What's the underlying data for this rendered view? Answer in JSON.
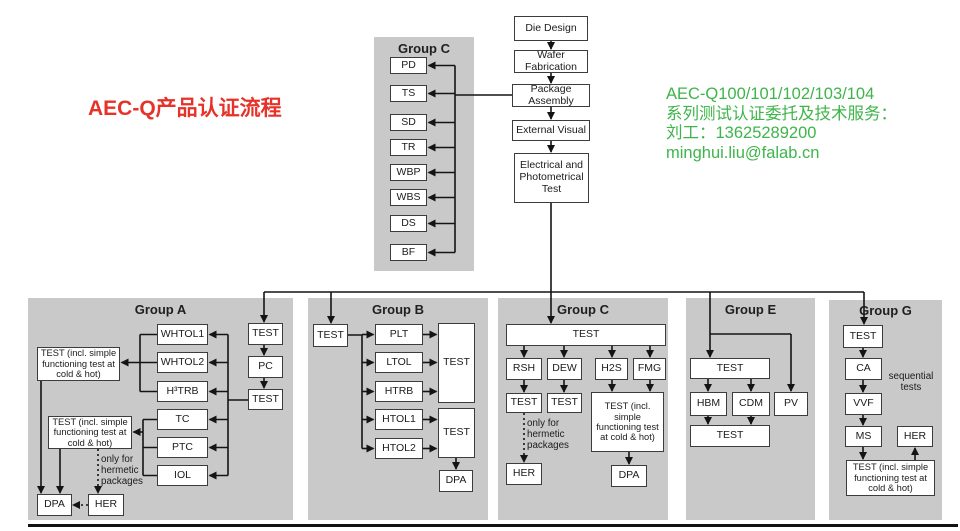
{
  "page": {
    "red_title": "AEC-Q产品认证流程",
    "contact_lines": [
      "AEC-Q100/101/102/103/104",
      "系列测试认证委托及技术服务：",
      "刘工：13625289200",
      "minghui.liu@falab.cn"
    ]
  },
  "main_flow": [
    "Die Design",
    "Wafer Fabrication",
    "Package Assembly",
    "External Visual",
    "Electrical and Photometrical Test"
  ],
  "group_c_top": {
    "title": "Group C",
    "items": [
      "PD",
      "TS",
      "SD",
      "TR",
      "WBP",
      "WBS",
      "DS",
      "BF"
    ]
  },
  "group_a": {
    "title": "Group A",
    "entry": [
      "TEST",
      "PC",
      "TEST"
    ],
    "upper": [
      "WHTOL1",
      "WHTOL2",
      "H³TRB"
    ],
    "lower": [
      "TC",
      "PTC",
      "IOL"
    ],
    "test_upper": "TEST (incl. simple functioning test at cold & hot)",
    "test_lower": "TEST (incl. simple functioning test at cold & hot)",
    "note": "only for hermetic packages",
    "dpa": "DPA",
    "her": "HER"
  },
  "group_b": {
    "title": "Group B",
    "entry": "TEST",
    "stresses": [
      "PLT",
      "LTOL",
      "HTRB",
      "HTOL1",
      "HTOL2"
    ],
    "test_upper": "TEST",
    "test_lower": "TEST",
    "dpa": "DPA"
  },
  "group_c_bottom": {
    "title": "Group C",
    "entry": "TEST",
    "stresses": [
      "RSH",
      "DEW",
      "H2S",
      "FMG"
    ],
    "test_rsh": "TEST",
    "test_dew": "TEST",
    "test_combined": "TEST (incl. simple functioning test at cold & hot)",
    "note": "only for hermetic packages",
    "her": "HER",
    "dpa": "DPA"
  },
  "group_e": {
    "title": "Group E",
    "entry": "TEST",
    "stresses": [
      "HBM",
      "CDM",
      "PV"
    ],
    "test_final": "TEST"
  },
  "group_g": {
    "title": "Group G",
    "sequence": [
      "TEST",
      "CA",
      "VVF",
      "MS"
    ],
    "note": "sequential tests",
    "her": "HER",
    "test_final": "TEST (incl. simple functioning test at cold & hot)"
  },
  "colors": {
    "accent_red": "#e6332a",
    "accent_green": "#3eb54a",
    "panel_gray": "#c9c9c9",
    "line_dark": "#141414"
  }
}
